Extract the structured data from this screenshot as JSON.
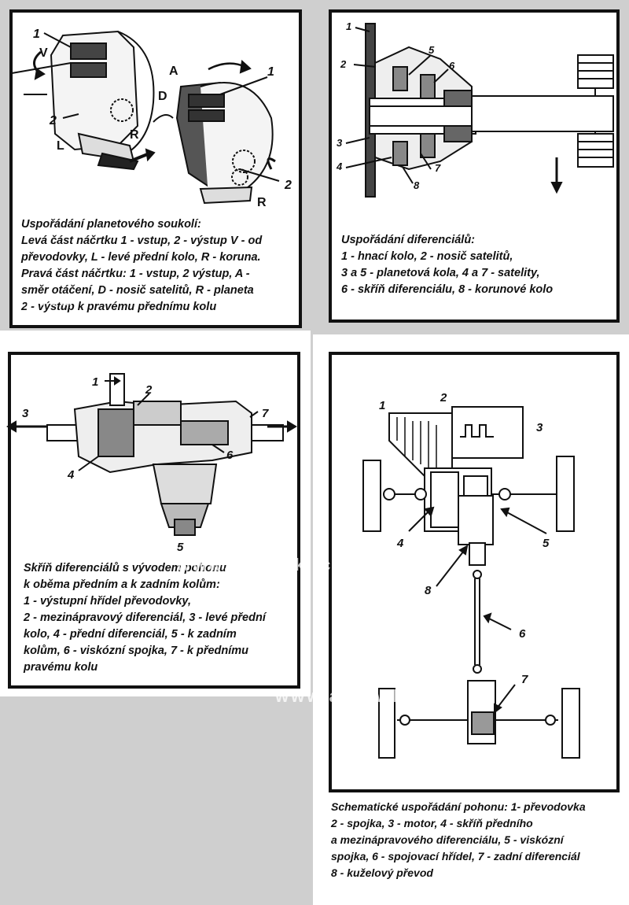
{
  "panel1": {
    "labels": {
      "n1a": "1",
      "V": "V",
      "n2a": "2",
      "L": "L",
      "R_mid": "R",
      "A": "A",
      "n1b": "1",
      "D": "D",
      "n2b": "2",
      "R_low": "R"
    },
    "caption": [
      "Uspořádání planetového soukolí:",
      "Levá část náčrtku 1 - vstup, 2 - výstup V - od",
      "převodovky, L - levé přední kolo, R - koruna.",
      "Pravá část náčrtku: 1 - vstup, 2 výstup, A -",
      "směr otáčení, D - nosič satelitů, R - planeta",
      "2 - výstup k pravému přednímu kolu"
    ]
  },
  "panel2": {
    "labels": {
      "n1": "1",
      "n2": "2",
      "n5": "5",
      "n6": "6",
      "n3": "3",
      "n4": "4",
      "n7": "7",
      "n8": "8"
    },
    "caption": [
      "Uspořádání diferenciálů:",
      "1 - hnací kolo, 2 - nosič satelitů,",
      "3 a 5 - planetová kola, 4 a 7 - satelity,",
      "6 - skříň diferenciálu, 8 - korunové kolo"
    ]
  },
  "panel3": {
    "labels": {
      "n1": "1",
      "n2": "2",
      "n3": "3",
      "n7": "7",
      "n6": "6",
      "n4": "4",
      "n5": "5"
    },
    "caption": [
      "Skříň diferenciálů s vývodem pohonu",
      "k oběma předním a k zadním kolům:",
      "1 - výstupní hřídel převodovky,",
      "2 - mezinápravový diferenciál, 3 - levé přední",
      "kolo, 4 - přední diferenciál, 5 - k zadním",
      "kolům, 6 - viskózní spojka, 7 - k přednímu",
      "pravému kolu"
    ]
  },
  "panel4": {
    "labels": {
      "n1": "1",
      "n2": "2",
      "n3": "3",
      "n4": "4",
      "n5": "5",
      "n8": "8",
      "n6": "6",
      "n7": "7"
    },
    "caption": [
      "Schematické uspořádání pohonu: 1- převodovka",
      "2 - spojka, 3 - motor, 4 - skříň předního",
      "a mezinápravového diferenciálu, 5 - viskózní",
      "spojka, 6 - spojovací hřídel, 7 - zadní diferenciál",
      "8 - kuželový převod"
    ]
  },
  "watermarks": [
    "www.awdwiki.com",
    "www.awdwiki.com",
    "ki.com",
    ".com"
  ]
}
